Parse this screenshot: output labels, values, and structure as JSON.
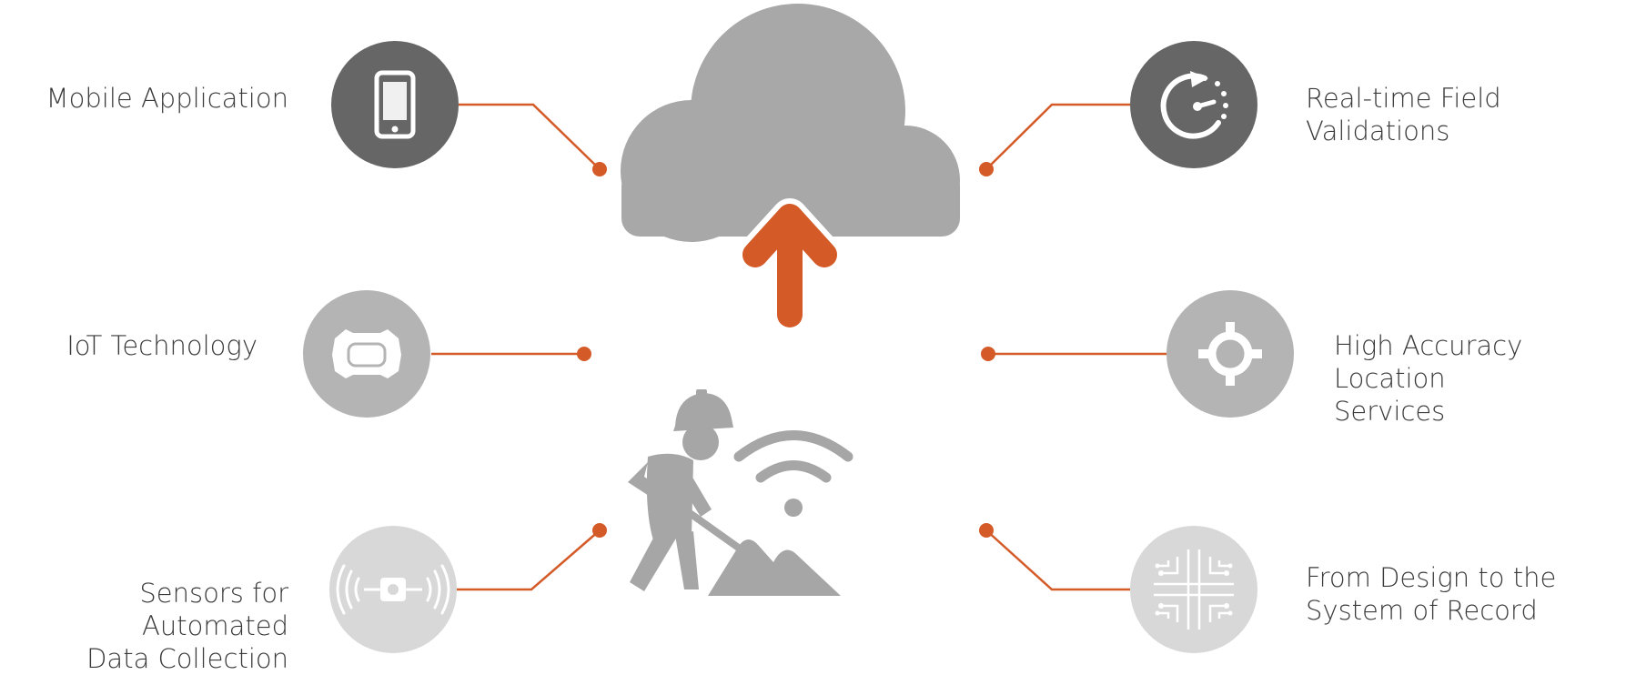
{
  "colors": {
    "accent": "#d45a27",
    "cloud": "#a8a8a8",
    "dark_circle": "#666666",
    "mid_circle": "#b4b4b4",
    "light_circle": "#d8d8d8",
    "worker": "#a6a6a6"
  },
  "features": {
    "mobile_application": {
      "lines": [
        "Mobile Application"
      ],
      "icon": "smartphone-icon"
    },
    "iot_technology": {
      "lines": [
        "IoT Technology"
      ],
      "icon": "iot-device-icon"
    },
    "sensors": {
      "lines": [
        "Sensors for Automated",
        "Data Collection"
      ],
      "icon": "sensor-signal-icon"
    },
    "realtime_validations": {
      "lines": [
        "Real-time Field Validations"
      ],
      "icon": "timer-refresh-icon"
    },
    "location_services": {
      "lines": [
        "High Accuracy Location",
        "Services"
      ],
      "icon": "crosshair-location-icon"
    },
    "system_of_record": {
      "lines": [
        "From Design to the",
        "System of Record"
      ],
      "icon": "circuit-board-icon"
    }
  },
  "center": {
    "top": "cloud-upload-icon",
    "bottom": "construction-worker-wifi-icon"
  }
}
